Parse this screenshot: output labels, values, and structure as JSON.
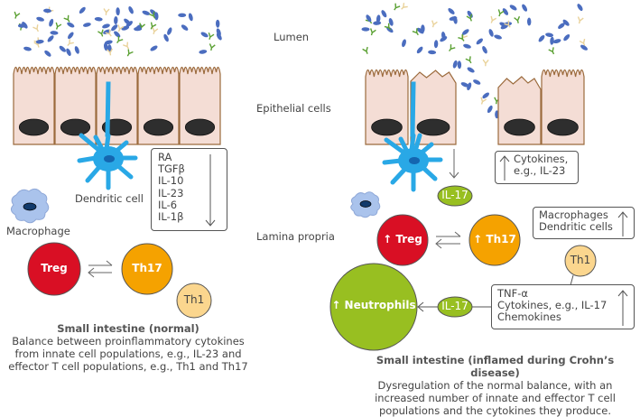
{
  "layers": {
    "lumen": "Lumen",
    "epithelial": "Epithelial cells",
    "lamina": "Lamina propria"
  },
  "left": {
    "dendritic_label": "Dendritic cell",
    "macrophage_label": "Macrophage",
    "cytokine_box": [
      "RA",
      "TGFβ",
      "IL-10",
      "IL-23",
      "IL-6",
      "IL-1β"
    ],
    "cytokine_trend": "down",
    "treg": "Treg",
    "th17": "Th17",
    "th1": "Th1",
    "caption_title": "Small intestine (normal)",
    "caption_lines": [
      "Balance between proinflammatory cytokines",
      "from innate cell populations, e.g., IL-23 and",
      "effector T cell populations, e.g., Th1 and Th17"
    ]
  },
  "right": {
    "il17_top": "IL-17",
    "cytokines_box": [
      "Cytokines,",
      "e.g., IL-23"
    ],
    "cytokines_trend": "up",
    "innate_box": [
      "Macrophages",
      "Dendritic cells"
    ],
    "innate_trend": "up",
    "treg": "↑ Treg",
    "th17": "↑ Th17",
    "th1": "Th1",
    "neutrophils": "↑ Neutrophils",
    "il17_bottom": "IL-17",
    "effector_box": [
      "TNF-α",
      "Cytokines, e.g., IL-17",
      "Chemokines"
    ],
    "effector_trend": "up",
    "caption_title": "Small intestine (inflamed during Crohn’s disease)",
    "caption_lines": [
      "Dysregulation of the normal balance, with an",
      "increased number of innate and effector T cell",
      "populations and the cytokines they produce."
    ]
  },
  "colors": {
    "treg": "#d90f24",
    "th17": "#f5a200",
    "th1": "#fbd68e",
    "neutrophil": "#98bf21",
    "dendritic": "#29a8e6",
    "macrophage": "#aac3ec",
    "epithelium": "#f4ddd5",
    "epithelium_border": "#9b6a3c",
    "nucleus": "#2e2e2e",
    "bacteria_blue": "#4b6dbf",
    "bacteria_green": "#5aa032",
    "bacteria_tan": "#e9d29a"
  }
}
